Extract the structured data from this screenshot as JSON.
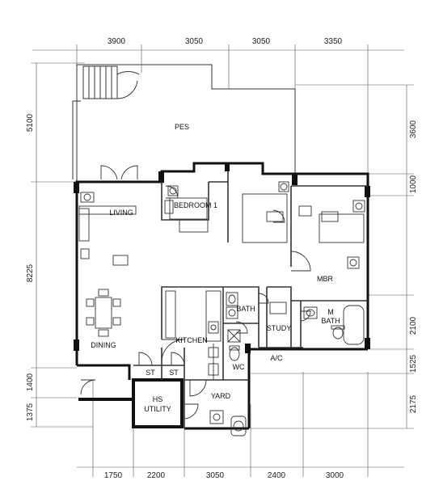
{
  "dimensions": {
    "top": [
      "3900",
      "3050",
      "3050",
      "3350"
    ],
    "bottom": [
      "1750",
      "2200",
      "3050",
      "2400",
      "3000"
    ],
    "left": [
      "5100",
      "8225",
      "1400",
      "1375"
    ],
    "right": [
      "3600",
      "1000",
      "2100",
      "1525",
      "2175"
    ]
  },
  "rooms": {
    "pes": "PES",
    "living": "LIVING",
    "bedroom1": "BEDROOM 1",
    "master": "MBR",
    "dining": "DINING",
    "kitchen": "KITCHEN",
    "bath": "BATH",
    "study": "STUDY",
    "mbath_m": "M",
    "mbath": "BATH",
    "ac": "A/C",
    "st1": "ST",
    "st2": "ST",
    "wc": "WC",
    "hs": "HS",
    "utility": "UTILITY",
    "yard": "YARD"
  }
}
